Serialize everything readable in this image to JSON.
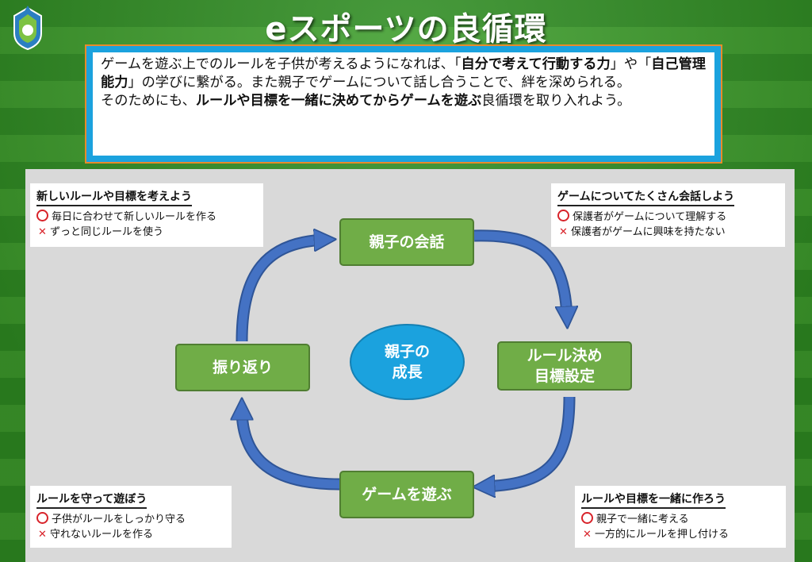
{
  "title": "eスポーツの良循環",
  "intro": {
    "seg1": "ゲームを遊ぶ上でのルールを子供が考えるようになれば、「",
    "bold1": "自分で考えて行動する力",
    "seg2": "」や「",
    "bold2": "自己管理能力",
    "seg3": "」の学びに繋がる。また親子でゲームについて話し合うことで、絆を深められる。",
    "line2_pre": "そのためにも、",
    "line2_bold": "ルールや目標を一緒に決めてからゲームを遊ぶ",
    "line2_post": "良循環を取り入れよう。"
  },
  "cycle": {
    "center": "親子の\n成長",
    "top": "親子の会話",
    "right": "ルール決め\n目標設定",
    "bottom": "ゲームを遊ぶ",
    "left": "振り返り"
  },
  "notes": {
    "top_left": {
      "title": "新しいルールや目標を考えよう",
      "good": "毎日に合わせて新しいルールを作る",
      "bad": "ずっと同じルールを使う"
    },
    "top_right": {
      "title": "ゲームについてたくさん会話しよう",
      "good": "保護者がゲームについて理解する",
      "bad": "保護者がゲームに興味を持たない"
    },
    "bottom_left": {
      "title": "ルールを守って遊ぼう",
      "good": "子供がルールをしっかり守る",
      "bad": "守れないルールを作る"
    },
    "bottom_right": {
      "title": "ルールや目標を一緒に作ろう",
      "good": "親子で一緒に考える",
      "bad": "一方的にルールを押し付ける"
    }
  },
  "marks": {
    "good_icon": "red-circle-icon",
    "bad_icon": "red-cross-icon"
  },
  "colors": {
    "process_box": "#70ad47",
    "center_ellipse": "#1ba2de",
    "arrow": "#4472c4",
    "intro_frame": "#1ba2de",
    "mark": "#d8232a"
  }
}
